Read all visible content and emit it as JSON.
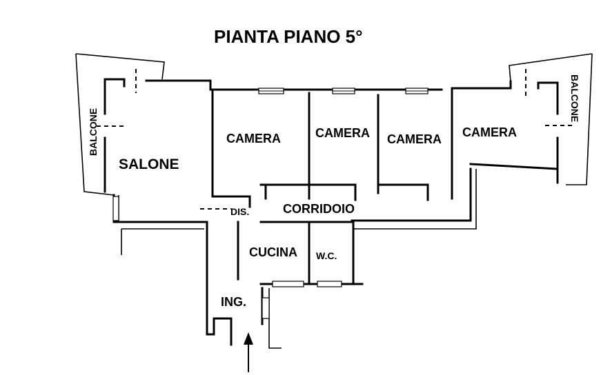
{
  "title": "PIANTA PIANO 5°",
  "rooms": {
    "salone": "SALONE",
    "camera_1": "CAMERA",
    "camera_2": "CAMERA",
    "camera_3": "CAMERA",
    "camera_4": "CAMERA",
    "dis": "DIS.",
    "corridoio": "CORRIDOIO",
    "cucina": "CUCINA",
    "wc": "W.C.",
    "ingresso": "ING.",
    "balcone_left": "BALCONE",
    "balcone_right": "BALCONE"
  }
}
